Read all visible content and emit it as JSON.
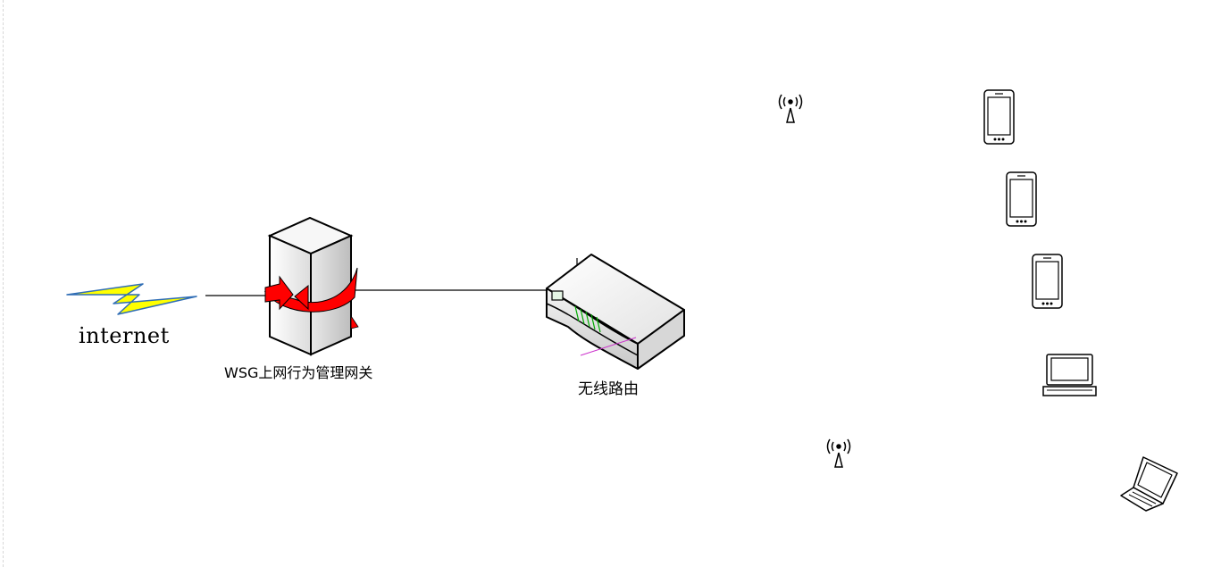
{
  "nodes": {
    "internet": {
      "label": "internet",
      "icon": "lightning-bolt-icon"
    },
    "gateway": {
      "label": "WSG上网行为管理网关",
      "icon": "firewall-server-icon"
    },
    "router": {
      "label": "无线路由",
      "icon": "wireless-router-icon"
    }
  },
  "devices": {
    "antennas": [
      "wifi-antenna-icon",
      "wifi-antenna-icon"
    ],
    "phones": [
      "smartphone-icon",
      "smartphone-icon",
      "smartphone-icon"
    ],
    "laptops": [
      "laptop-icon",
      "laptop-icon"
    ]
  },
  "colors": {
    "bolt_fill": "#ffff00",
    "bolt_stroke": "#2f6db5",
    "firewall_arrow": "#ff0000",
    "router_leds": "#00aa00",
    "router_accent": "#cc33cc"
  }
}
